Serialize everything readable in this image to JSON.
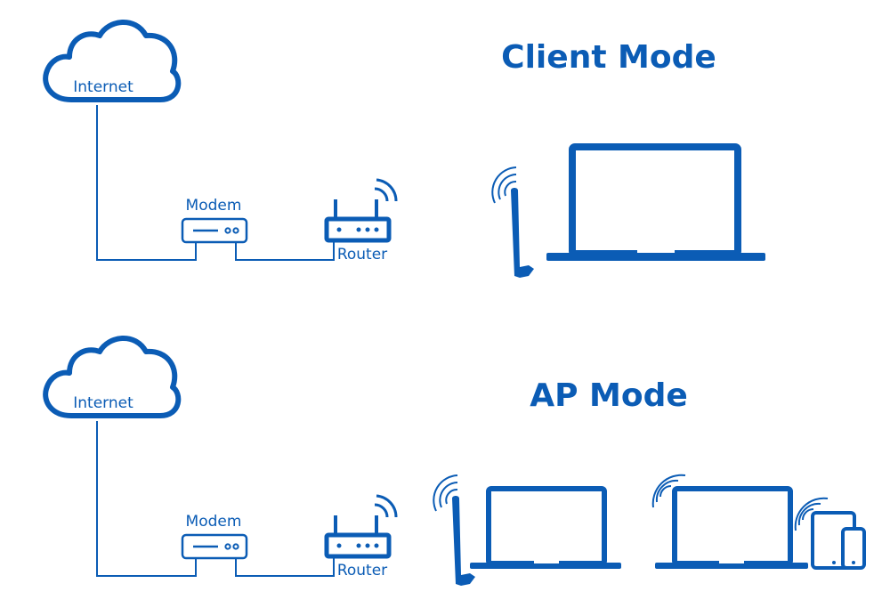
{
  "accent_color": "#0b5cb5",
  "sections": [
    {
      "title": "Client Mode",
      "internet_label": "Internet",
      "modem_label": "Modem",
      "router_label": "Router",
      "devices": [
        "usb-wifi-adapter",
        "laptop"
      ]
    },
    {
      "title": "AP Mode",
      "internet_label": "Internet",
      "modem_label": "Modem",
      "router_label": "Router",
      "devices": [
        "usb-wifi-adapter",
        "laptop",
        "laptop",
        "tablet",
        "smartphone"
      ]
    }
  ]
}
